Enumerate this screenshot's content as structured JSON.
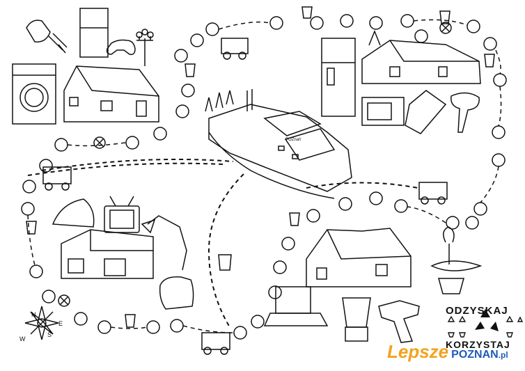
{
  "illustration": {
    "style": "black line drawing on white",
    "factory_sign": "POZnań"
  },
  "compass": {
    "n": "N",
    "e": "E",
    "s": "S",
    "w": "W"
  },
  "brand": {
    "top": "ODZYSKAJ",
    "bottom": "KORZYSTAJ"
  },
  "watermark": {
    "part1": "Lepsze",
    "part2": "POZNAN",
    "part3": ".pl"
  },
  "colors": {
    "ink": "#111111",
    "accent_orange": "#f4a21e",
    "accent_blue": "#1e5bb8"
  }
}
